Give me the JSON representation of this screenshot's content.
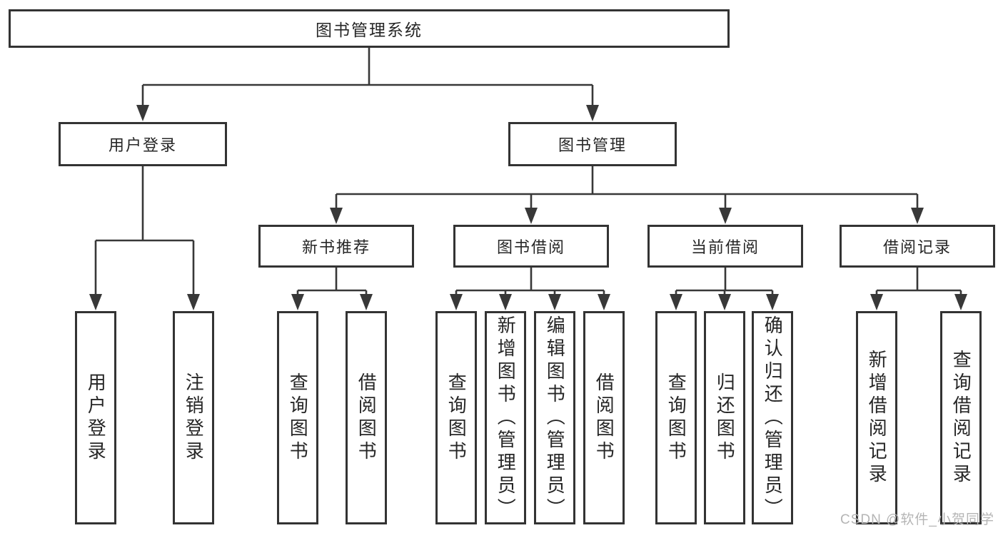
{
  "diagram": {
    "line_color": "#383838",
    "box_border_color": "#333333",
    "text_color": "#262626",
    "background_color": "#ffffff",
    "tree": {
      "label": "图书管理系统",
      "children": [
        {
          "label": "用户登录",
          "children": [
            {
              "label": "用户登录"
            },
            {
              "label": "注销登录"
            }
          ]
        },
        {
          "label": "图书管理",
          "children": [
            {
              "label": "新书推荐",
              "children": [
                {
                  "label": "查询图书"
                },
                {
                  "label": "借阅图书"
                }
              ]
            },
            {
              "label": "图书借阅",
              "children": [
                {
                  "label": "查询图书"
                },
                {
                  "label": "新增图书（管理员）"
                },
                {
                  "label": "编辑图书（管理员）"
                },
                {
                  "label": "借阅图书"
                }
              ]
            },
            {
              "label": "当前借阅",
              "children": [
                {
                  "label": "查询图书"
                },
                {
                  "label": "归还图书"
                },
                {
                  "label": "确认归还（管理员）"
                }
              ]
            },
            {
              "label": "借阅记录",
              "children": [
                {
                  "label": "新增借阅记录"
                },
                {
                  "label": "查询借阅记录"
                }
              ]
            }
          ]
        }
      ]
    }
  },
  "watermark": {
    "text": "CSDN @软件_小贺同学",
    "color": "#b5b5b5"
  }
}
